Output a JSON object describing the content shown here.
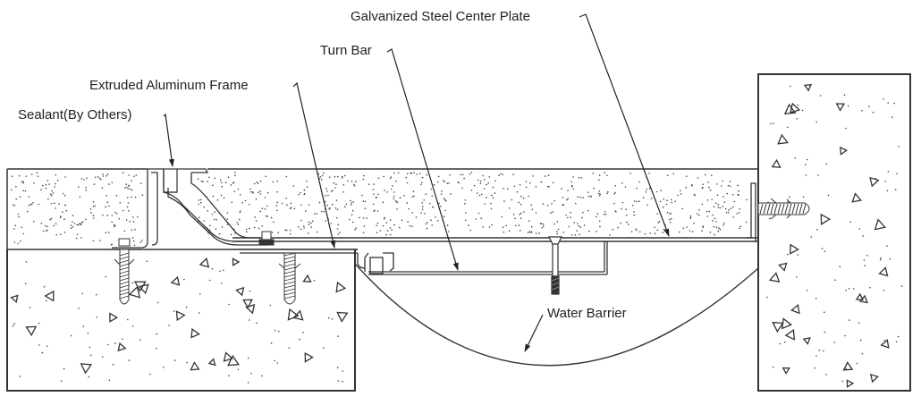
{
  "diagram": {
    "type": "expansion-joint-cross-section",
    "line_color": "#222222",
    "background_color": "#ffffff",
    "callouts": [
      {
        "id": "center-plate",
        "text": "Galvanized Steel Center Plate"
      },
      {
        "id": "turn-bar",
        "text": "Turn Bar"
      },
      {
        "id": "aluminum-frame",
        "text": "Extruded Aluminum Frame"
      },
      {
        "id": "sealant",
        "text": "Sealant(By Others)"
      },
      {
        "id": "water-barrier",
        "text": "Water Barrier"
      }
    ],
    "components": [
      "left-concrete-slab",
      "left-topping-layer",
      "sealant-pocket",
      "extruded-aluminum-frame",
      "left-anchor-bolts",
      "galvanized-steel-center-plate",
      "turn-bar",
      "turn-bar-bolt",
      "water-barrier",
      "right-concrete-wall",
      "right-horizontal-anchor"
    ]
  }
}
